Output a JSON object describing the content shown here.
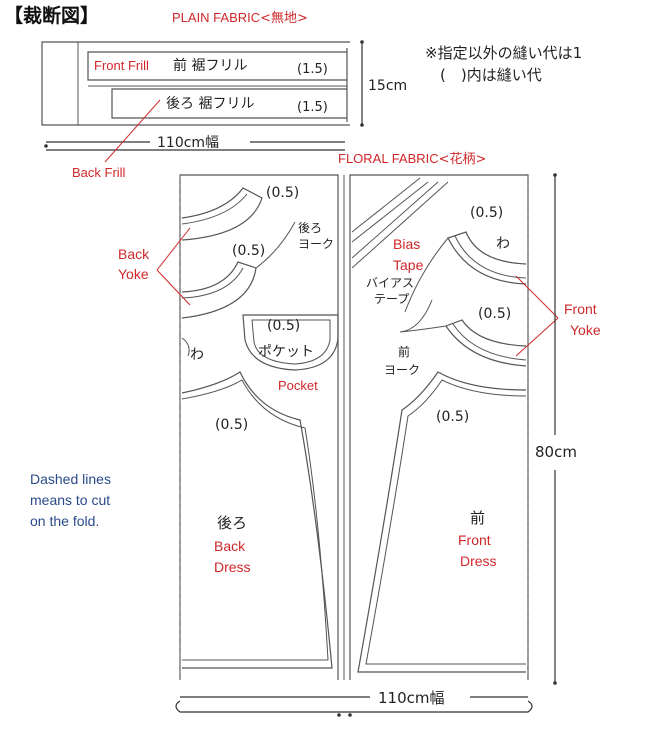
{
  "title": "【裁断図】",
  "plain_fabric": {
    "label": "PLAIN FABRIC",
    "jp_label": "<無地>",
    "dimension_height": "15cm",
    "dimension_width": "110cm幅",
    "front_frill": {
      "en": "Front Frill",
      "jp": "前 裾フリル",
      "seam": "(1.5)"
    },
    "back_frill": {
      "en": "Back Frill",
      "jp": "後ろ 裾フリル",
      "seam": "(1.5)"
    }
  },
  "note_seam": {
    "line1": "※指定以外の縫い代は1",
    "line2": "(　)内は縫い代"
  },
  "floral_fabric": {
    "label": "FLORAL FABRIC",
    "jp_label": "<花柄>",
    "dimension_height": "80cm",
    "dimension_width": "110cm幅",
    "back_yoke": {
      "en_line1": "Back",
      "en_line2": "Yoke",
      "jp_line1": "後ろ",
      "jp_line2": "ヨーク",
      "seam_a": "(0.5)",
      "seam_b": "(0.5)"
    },
    "pocket": {
      "en": "Pocket",
      "jp": "ポケット",
      "seam": "(0.5)"
    },
    "fold_left": "わ",
    "fold_right": "わ",
    "back_dress": {
      "en_line1": "Back",
      "en_line2": "Dress",
      "jp": "後ろ",
      "seam": "(0.5)"
    },
    "bias_tape": {
      "en_line1": "Bias",
      "en_line2": "Tape",
      "jp_line1": "バイアス",
      "jp_line2": "テープ"
    },
    "front_yoke": {
      "en_line1": "Front",
      "en_line2": "Yoke",
      "jp_line1": "前",
      "jp_line2": "ヨーク",
      "seam_a": "(0.5)",
      "seam_b": "(0.5)"
    },
    "front_dress": {
      "en_line1": "Front",
      "en_line2": "Dress",
      "jp": "前",
      "seam": "(0.5)"
    }
  },
  "fold_note": {
    "line1": "Dashed lines",
    "line2": "means to cut",
    "line3": "on the fold."
  }
}
